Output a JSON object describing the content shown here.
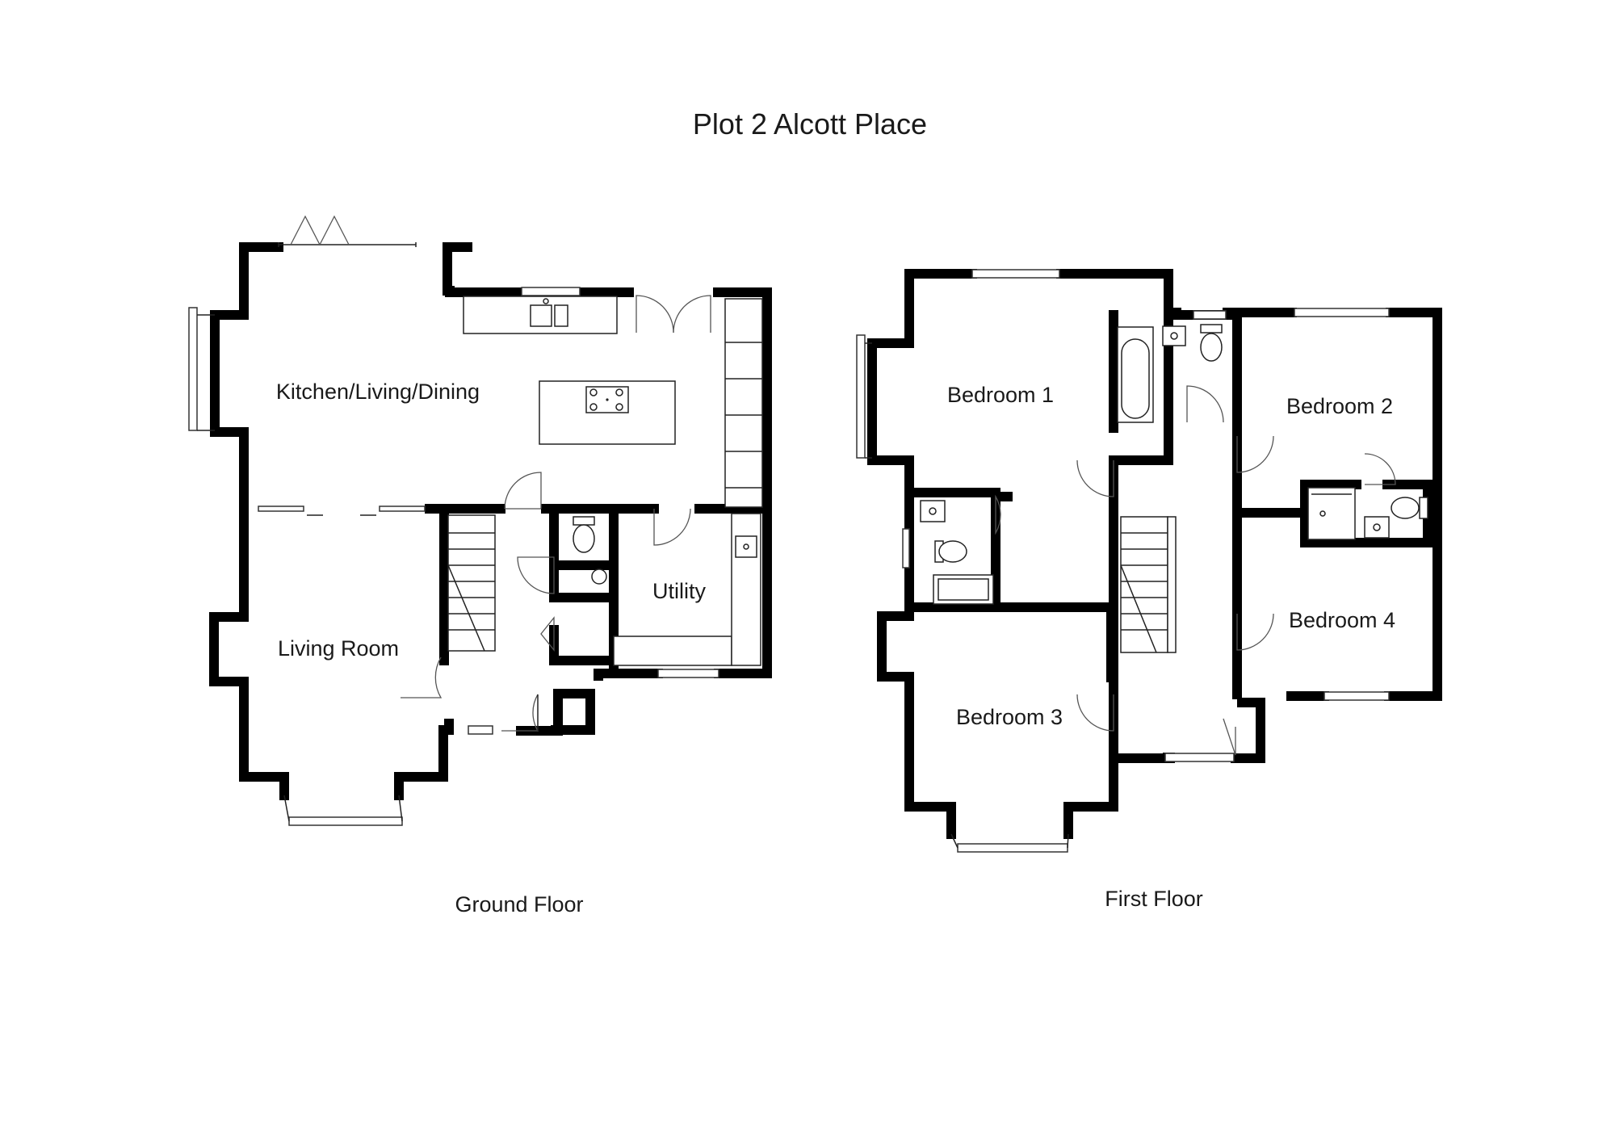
{
  "title": "Plot 2 Alcott Place",
  "ground_floor": {
    "label": "Ground Floor",
    "rooms": {
      "kitchen": "Kitchen/Living/Dining",
      "living": "Living Room",
      "utility": "Utility"
    }
  },
  "first_floor": {
    "label": "First Floor",
    "rooms": {
      "bedroom1": "Bedroom 1",
      "bedroom2": "Bedroom 2",
      "bedroom3": "Bedroom 3",
      "bedroom4": "Bedroom 4"
    }
  }
}
